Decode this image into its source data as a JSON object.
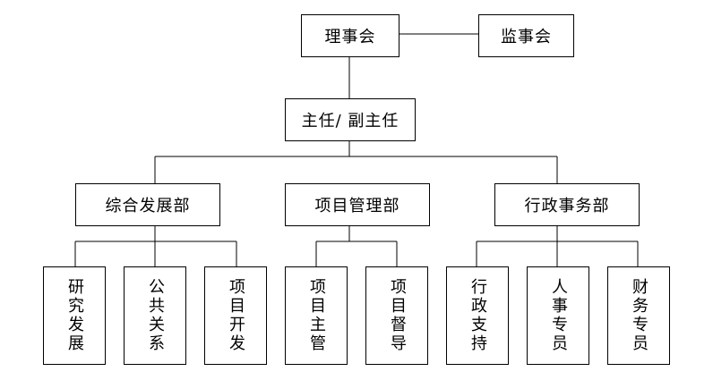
{
  "org_chart": {
    "board": "理事会",
    "supervisors": "监事会",
    "director": "主任/ 副主任",
    "departments": [
      {
        "name": "综合发展部",
        "units": [
          "研究发展",
          "公共关系",
          "项目开发"
        ]
      },
      {
        "name": "项目管理部",
        "units": [
          "项目主管",
          "项目督导"
        ]
      },
      {
        "name": "行政事务部",
        "units": [
          "行政支持",
          "人事专员",
          "财务专员"
        ]
      }
    ]
  }
}
